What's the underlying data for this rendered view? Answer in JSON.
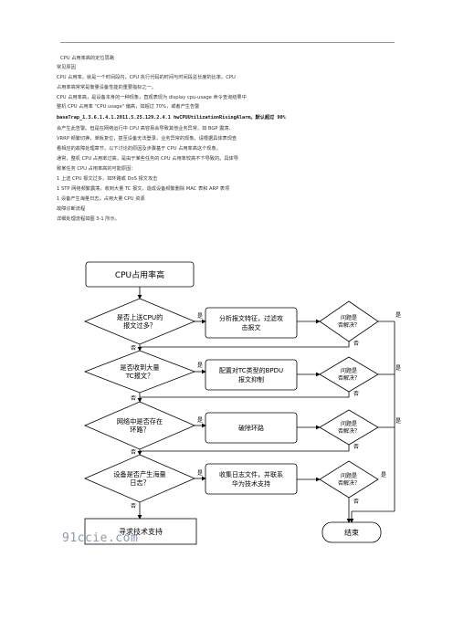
{
  "doc": {
    "lines": [
      {
        "text": "CPU 占用率高的定位思路",
        "x": 66
      },
      {
        "text": "常见原因",
        "x": 62
      },
      {
        "text": "CPU 占用率，就是一个时间段内，CPU 执行代码的时间与时间段总长度的比率。CPU",
        "x": 62
      },
      {
        "text": "占用率高常常是衡量设备性能的重要指标之一。",
        "x": 62
      },
      {
        "text": "CPU 占用率高，是设备本身的一种现象，直观表现为 display cpu-usage 命令查询结果中",
        "x": 62
      },
      {
        "text": "整机 CPU 占用率 \"CPU usage\" 偏高，如超过 70%，或者产生告警",
        "x": 62
      },
      {
        "text": "hwCPUUtilizationRisingAlarm。默认超过 90%",
        "x": 62
      },
      {
        "text": "会产生此告警。但是在网络运行中 CPU 高容易会导致其他业务异常，如 BGP 震荡、",
        "x": 62
      },
      {
        "text": "VRRP 频繁切换，单板复位，甚至设备无法登录，业务异常的现象，请根据具体表现查",
        "x": 62
      },
      {
        "text": "看相应的故障处理章节，以下讨论的原因及步骤基于 CPU 占用率高这个现象。",
        "x": 62
      },
      {
        "text": "通常，整机 CPU 占用率过高，是由于某些任务的 CPU 占用率较高不下导致的。具体导",
        "x": 62
      },
      {
        "text": "致某任务 CPU 占用率高的可能原因：",
        "x": 62
      },
      {
        "text": "1 上送 CPU 报文过多，如环路或 DoS 报文攻击",
        "x": 62
      },
      {
        "text": "1 STP 网络频繁震荡，收到大量 TC 报文，造成设备频繁删除 MAC 表和 ARP 表项",
        "x": 62
      },
      {
        "text": "1 设备产生海量日志，占用大量 CPU 资源",
        "x": 62
      },
      {
        "text": "故障诊断流程",
        "x": 62
      },
      {
        "text": "详细处理流程如图 3-1 所示。",
        "x": 62
      }
    ],
    "oid": "baseTrap_1.3.6.1.4.1.2011.5.25.129.2.4.1 hwCPUUtilizationRisingAlarm。默认超过 90%",
    "watermark": "91ccie.com"
  },
  "flow": {
    "start": "CPU占用率高",
    "d1": [
      "是否上送CPU的",
      "报文过多？"
    ],
    "a1": [
      "分析报文特征，过滤攻",
      "击报文"
    ],
    "q1": [
      "问题是",
      "否解决？"
    ],
    "d2": [
      "是否收到大量",
      "TC报文？"
    ],
    "a2": [
      "配置对TC类型的BPDU",
      "报文抑制"
    ],
    "q2": [
      "问题是",
      "否解决？"
    ],
    "d3": [
      "网络中是否存在",
      "环路？"
    ],
    "a3": [
      "破除环路"
    ],
    "q3": [
      "问题是",
      "否解决？"
    ],
    "d4": [
      "设备是否产生海量",
      "日志？"
    ],
    "a4": [
      "收集日志文件，并联系",
      "华为技术支持"
    ],
    "q4": [
      "问题是",
      "否解决？"
    ],
    "yes": "是",
    "no": "否",
    "end": "结束",
    "support": "寻求技术支持"
  }
}
